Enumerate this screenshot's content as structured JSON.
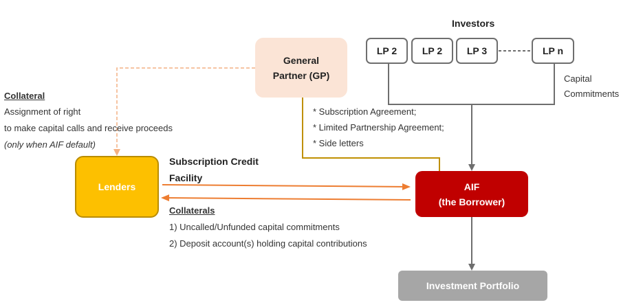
{
  "investors": {
    "heading": "Investors",
    "lps": [
      "LP 2",
      "LP 2",
      "LP 3",
      "LP n"
    ],
    "capital_label_line1": "Capital",
    "capital_label_line2": "Commitments"
  },
  "gp": {
    "line1": "General",
    "line2": "Partner (GP)"
  },
  "agreements": [
    "* Subscription Agreement;",
    "* Limited Partnership Agreement;",
    "* Side letters"
  ],
  "collateral_note": {
    "title": "Collateral",
    "line1": "Assignment of right",
    "line2": "to make capital calls and receive proceeds",
    "line3": "(only when AIF default)"
  },
  "lenders": {
    "label": "Lenders"
  },
  "facility": {
    "line1": "Subscription Credit",
    "line2": "Facility"
  },
  "collaterals": {
    "title": "Collaterals",
    "items": [
      "1) Uncalled/Unfunded capital commitments",
      "2) Deposit account(s) holding capital contributions"
    ]
  },
  "aif": {
    "line1": "AIF",
    "line2": "(the Borrower)"
  },
  "portfolio": {
    "label": "Investment Portfolio"
  },
  "colors": {
    "gp_fill": "#fbe4d6",
    "lenders_fill": "#fdc000",
    "aif_fill": "#c00000",
    "portfolio_fill": "#a6a6a6",
    "arrow_orange": "#ed7d31",
    "arrow_gold": "#bf8f00",
    "arrow_gray": "#6e6e6e",
    "dashed_peach": "#f4b183"
  }
}
